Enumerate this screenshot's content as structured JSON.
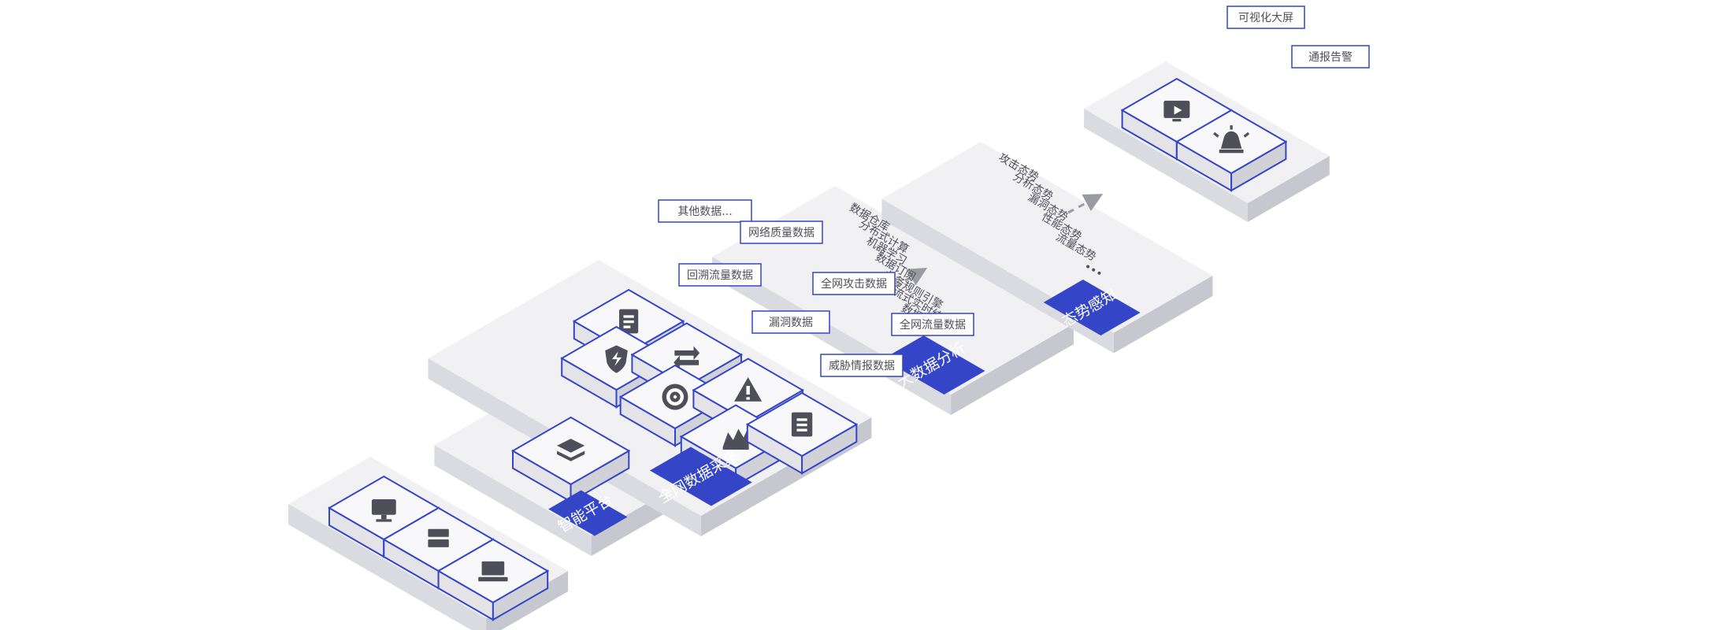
{
  "colors": {
    "accent": "#3446c7",
    "platform_top": "#f1f1f4",
    "platform_left": "#dadae1",
    "platform_right": "#c7c7cf",
    "tile_top": "#f8f8fa",
    "tile_left": "#e3e3e8",
    "tile_right": "#d1d1d8",
    "icon_fill": "#4f4f59",
    "arrow": "#999999"
  },
  "stages": {
    "devices": {
      "icons": [
        "monitor-icon",
        "server-icon",
        "laptop-icon"
      ]
    },
    "smart_platform": {
      "title": "智能平台",
      "icons": [
        "layers-icon"
      ]
    },
    "data_collection": {
      "title": "全网数据采集",
      "items": [
        {
          "label": "其他数据...",
          "icon": "document-icon"
        },
        {
          "label": "网络质量数据",
          "icon": "shield-bolt-icon"
        },
        {
          "label": "回溯流量数据",
          "icon": "swap-arrows-icon"
        },
        {
          "label": "全网攻击数据",
          "icon": "target-icon"
        },
        {
          "label": "漏洞数据",
          "icon": "bug-warning-icon"
        },
        {
          "label": "全网流量数据",
          "icon": "traffic-chart-icon"
        },
        {
          "label": "威胁情报数据",
          "icon": "intel-report-icon"
        }
      ]
    },
    "big_data_analysis": {
      "title": "大数据分析",
      "items": [
        "数据仓库",
        "分布式计算",
        "机器学习",
        "数据订阅",
        "业务规则引擎",
        "流式实时统计",
        "数据挖掘"
      ],
      "more": "•••"
    },
    "situation_awareness": {
      "title": "态势感知",
      "items": [
        "攻击态势",
        "分析态势",
        "漏洞态势",
        "性能态势",
        "流量态势"
      ],
      "more": "•••"
    },
    "outputs": {
      "items": [
        {
          "label": "可视化大屏",
          "icon": "screen-play-icon"
        },
        {
          "label": "通报告警",
          "icon": "alarm-icon"
        }
      ]
    }
  }
}
